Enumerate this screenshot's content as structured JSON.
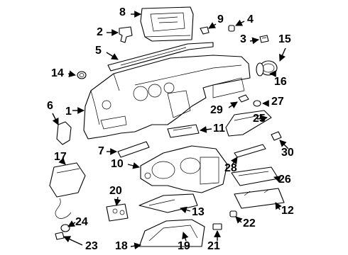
{
  "diagram": {
    "callouts": [
      "1",
      "2",
      "3",
      "4",
      "5",
      "6",
      "7",
      "8",
      "9",
      "10",
      "11",
      "12",
      "13",
      "14",
      "15",
      "16",
      "17",
      "18",
      "19",
      "20",
      "21",
      "22",
      "23",
      "24",
      "25",
      "26",
      "27",
      "28",
      "29",
      "30"
    ]
  },
  "colors": {
    "line": "#000000",
    "background": "#ffffff"
  }
}
